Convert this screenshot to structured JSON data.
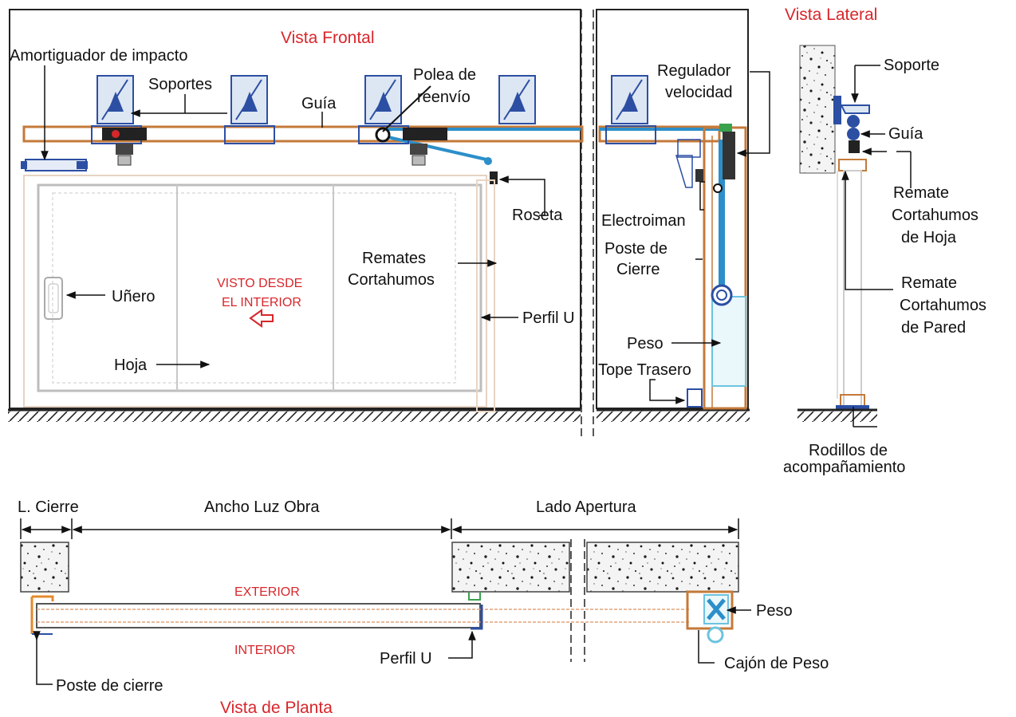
{
  "titles": {
    "frontal": "Vista Frontal",
    "lateral": "Vista Lateral",
    "planta": "Vista de Planta"
  },
  "frontal": {
    "amortiguador": "Amortiguador de impacto",
    "soportes": "Soportes",
    "guia": "Guía",
    "polea_1": "Polea de",
    "polea_2": "reenvío",
    "regulador_1": "Regulador",
    "regulador_2": "velocidad",
    "roseta": "Roseta",
    "electroiman": "Electroiman",
    "poste_1": "Poste de",
    "poste_2": "Cierre",
    "remates_1": "Remates",
    "remates_2": "Cortahumos",
    "visto_1": "VISTO DESDE",
    "visto_2": "EL INTERIOR",
    "unero": "Uñero",
    "perfil_u": "Perfil U",
    "hoja": "Hoja",
    "peso": "Peso",
    "tope": "Tope Trasero"
  },
  "lateral": {
    "soporte": "Soporte",
    "guia": "Guía",
    "remate_hoja_1": "Remate",
    "remate_hoja_2": "Cortahumos",
    "remate_hoja_3": "de Hoja",
    "remate_pared_1": "Remate",
    "remate_pared_2": "Cortahumos",
    "remate_pared_3": "de Pared",
    "rodillos_1": "Rodillos de",
    "rodillos_2": "acompañamiento"
  },
  "planta": {
    "l_cierre": "L. Cierre",
    "ancho": "Ancho Luz Obra",
    "lado": "Lado Apertura",
    "exterior": "EXTERIOR",
    "interior": "INTERIOR",
    "perfil_u": "Perfil U",
    "peso": "Peso",
    "cajon": "Cajón de Peso",
    "poste": "Poste de cierre"
  }
}
